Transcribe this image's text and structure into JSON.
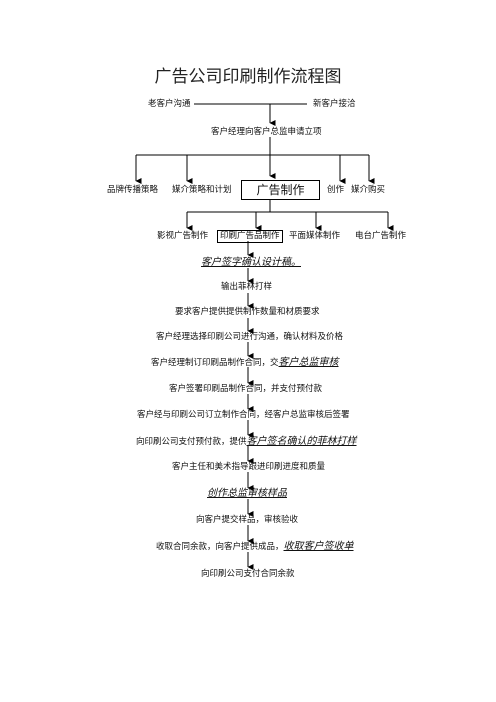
{
  "title": "广告公司印刷制作流程图",
  "top_row": {
    "left": "老客户沟通",
    "right": "新客户接洽"
  },
  "step_apply": "客户经理向客户总监申请立项",
  "branches": {
    "brand": "品牌传播策略",
    "media_plan": "媒介策略和计划",
    "ad_production": "广告制作",
    "creative": "创作",
    "media_buy": "媒介购买"
  },
  "sub_branches": {
    "video": "影视广告制作",
    "print": "印刷广告品制作",
    "flat_media": "平面媒体制作",
    "radio": "电台广告制作"
  },
  "steps": {
    "s1": "客户签字确认设计稿。",
    "s2": "输出菲林打样",
    "s3": "要求客户提供提供制作数量和材质要求",
    "s4": "客户经理选择印刷公司进行沟通，确认材料及价格",
    "s5_plain": "客户经理制订印刷品制作合同，交",
    "s5_emph": "客户总监审核",
    "s6": "客户签署印刷品制作合同，并支付预付款",
    "s7": "客户经与印刷公司订立制作合同，经客户总监审核后签署",
    "s8_plain": "向印刷公司支付预付款，提供",
    "s8_emph": "客户签名确认的菲林打样",
    "s9": "客户主任和美术指导跟进印刷进度和质量",
    "s10": "创作总监审核样品",
    "s11": "向客户提交样品，审核验收",
    "s12_plain": "收取合同余款，向客户提供成品，",
    "s12_emph": "收取客户签收单",
    "s13": "向印刷公司支付合同余款"
  }
}
